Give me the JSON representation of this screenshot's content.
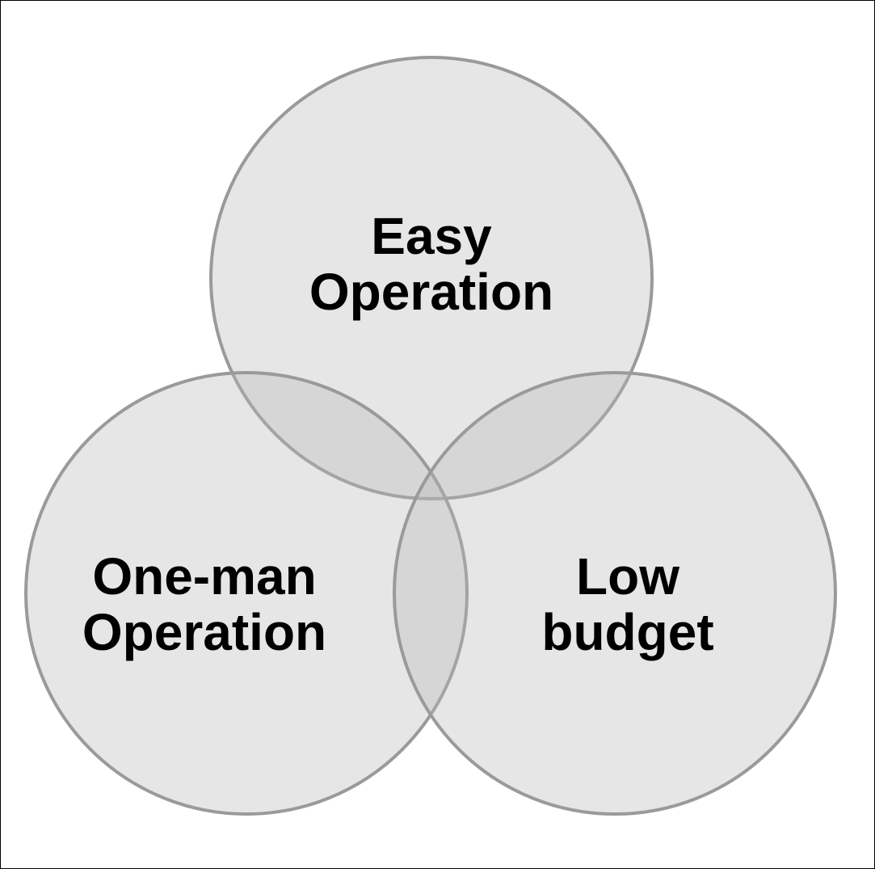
{
  "diagram": {
    "type": "venn",
    "circles": [
      {
        "id": "top",
        "label_lines": [
          "Easy",
          "Operation"
        ]
      },
      {
        "id": "bottom-left",
        "label_lines": [
          "One-man",
          "Operation"
        ]
      },
      {
        "id": "bottom-right",
        "label_lines": [
          "Low",
          "budget"
        ]
      }
    ]
  },
  "colors": {
    "circle_fill": "#b8b8b8",
    "circle_stroke": "#9a9a9a",
    "text": "#000000",
    "frame": "#000000",
    "background": "#ffffff"
  }
}
